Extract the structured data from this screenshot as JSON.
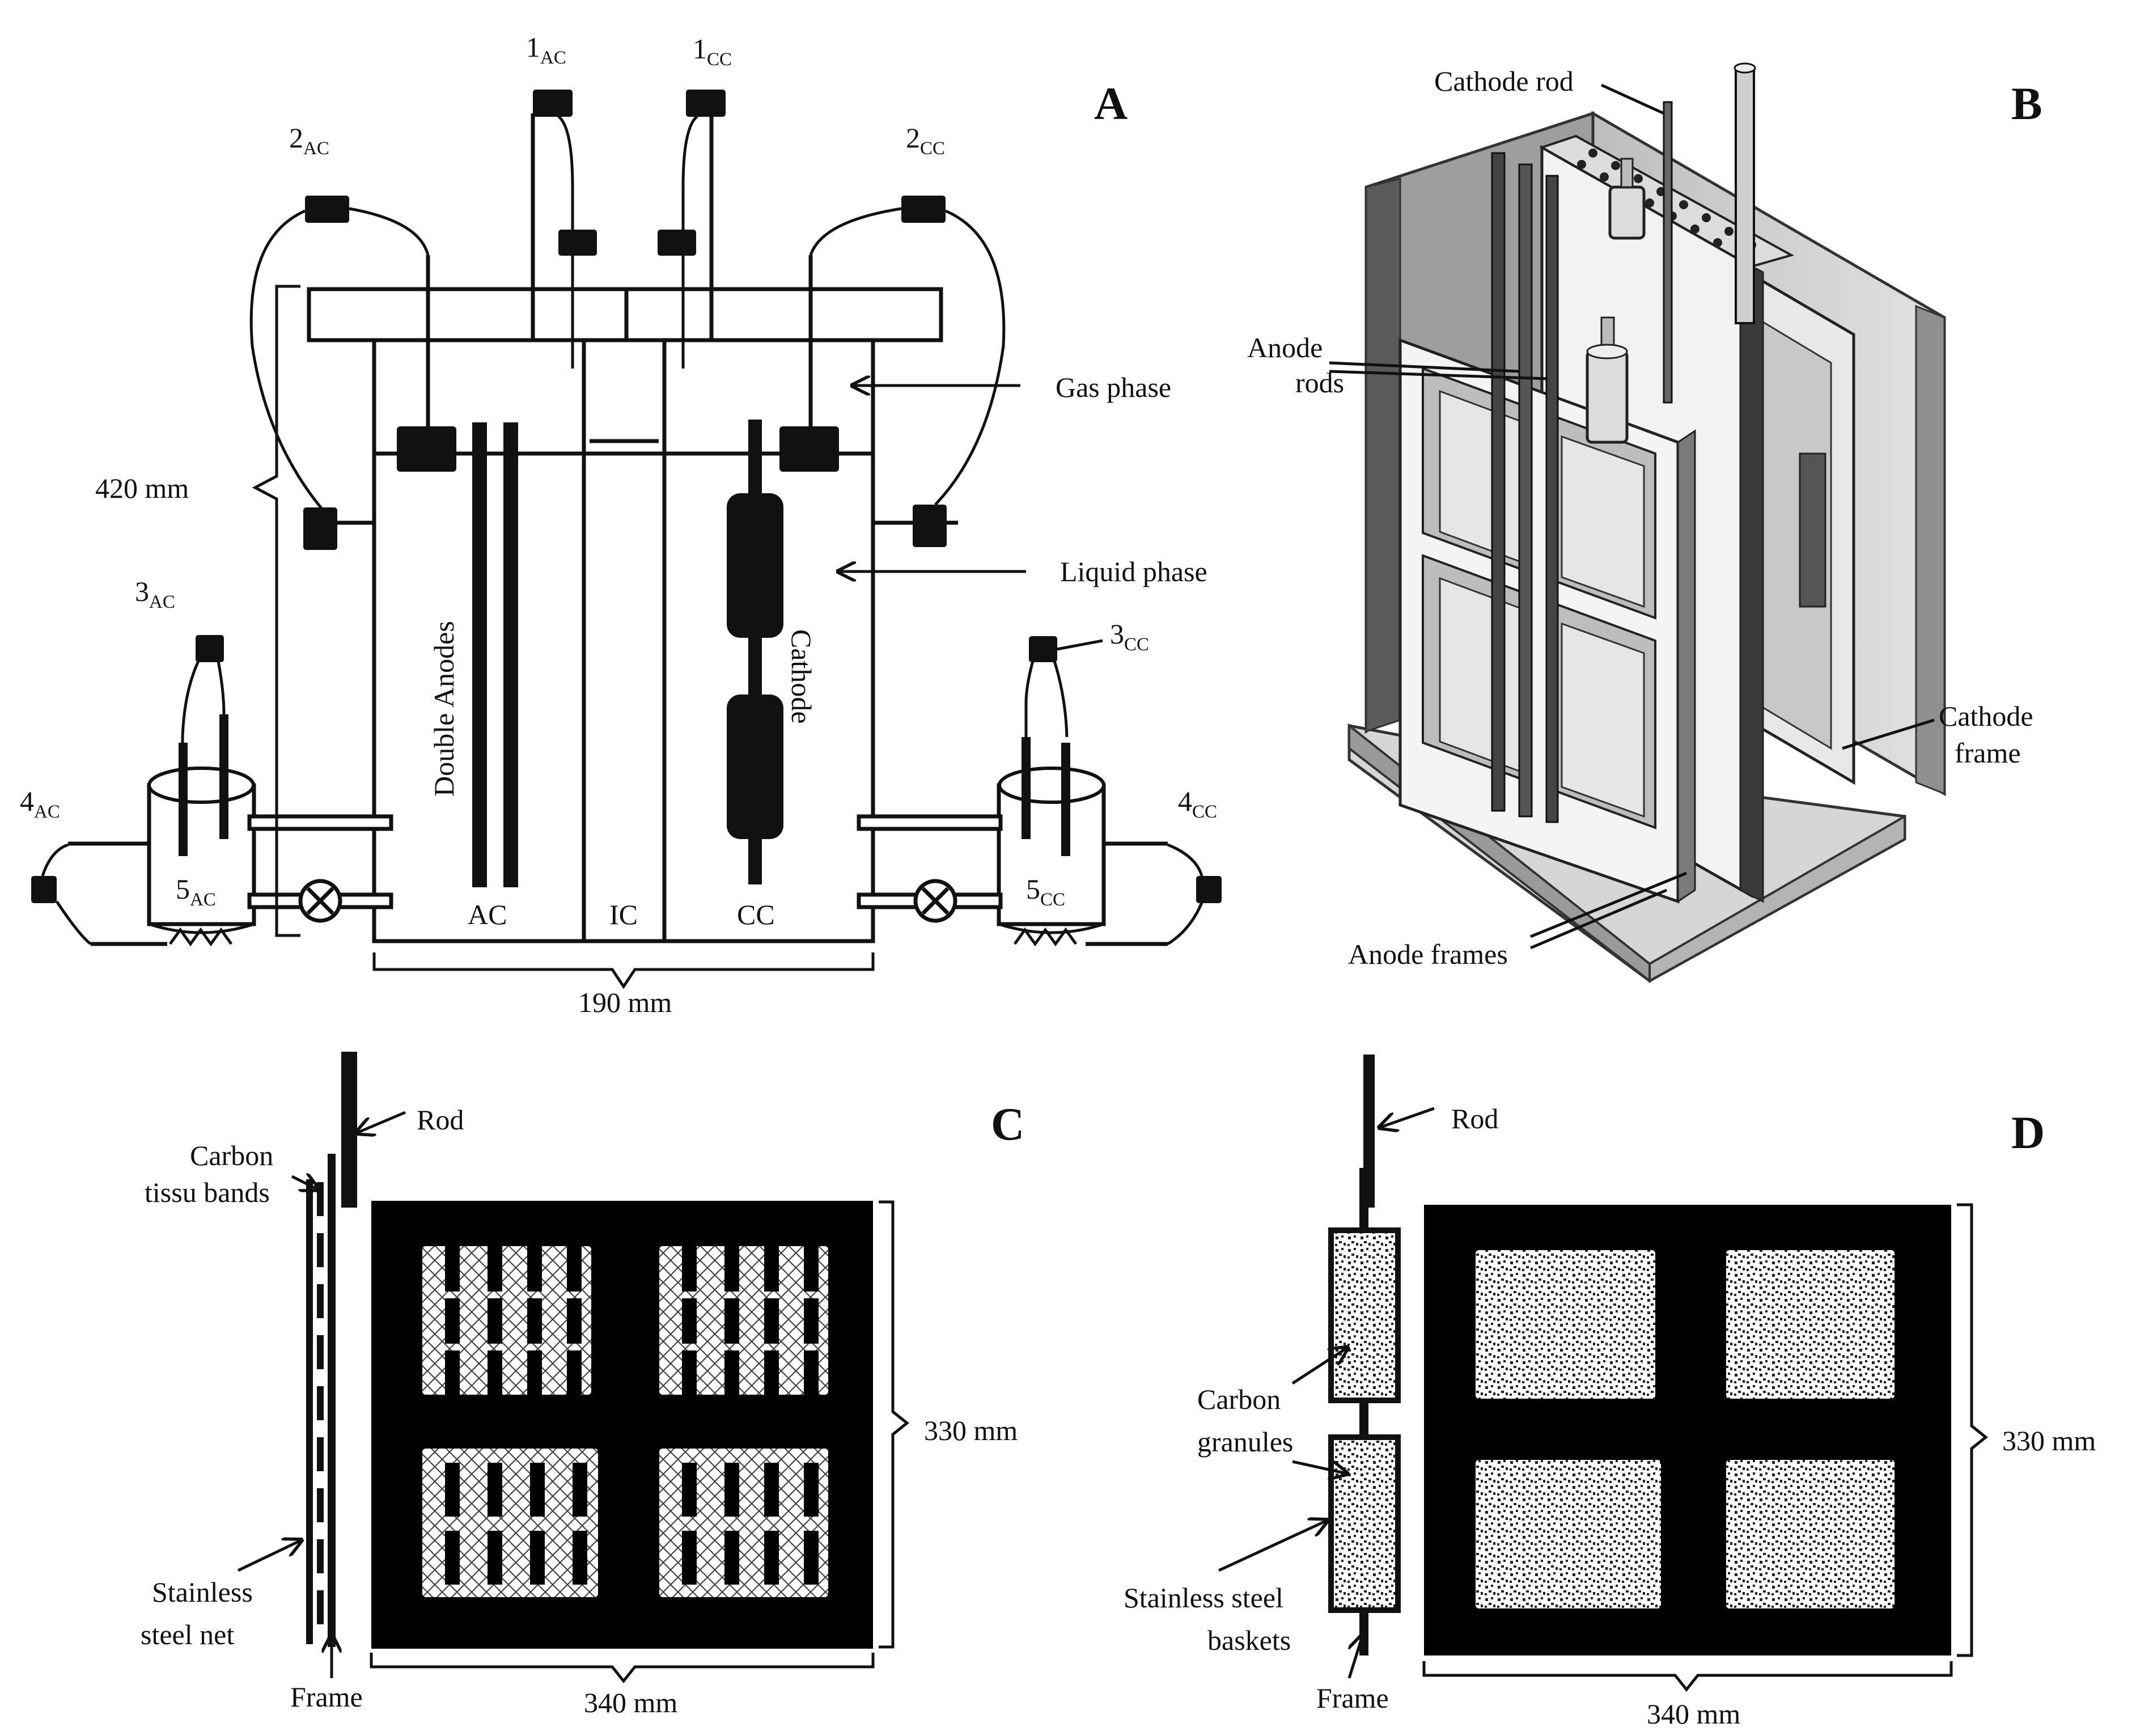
{
  "panels": {
    "a": {
      "letter": "A",
      "ports": {
        "p1ac": {
          "num": "1",
          "sub": "AC"
        },
        "p1cc": {
          "num": "1",
          "sub": "CC"
        },
        "p2ac": {
          "num": "2",
          "sub": "AC"
        },
        "p2cc": {
          "num": "2",
          "sub": "CC"
        },
        "p3ac": {
          "num": "3",
          "sub": "AC"
        },
        "p3cc": {
          "num": "3",
          "sub": "CC"
        },
        "p4ac": {
          "num": "4",
          "sub": "AC"
        },
        "p4cc": {
          "num": "4",
          "sub": "CC"
        },
        "p5ac": {
          "num": "5",
          "sub": "AC"
        },
        "p5cc": {
          "num": "5",
          "sub": "CC"
        }
      },
      "gas_phase": "Gas phase",
      "liquid_phase": "Liquid phase",
      "double_anodes": "Double Anodes",
      "cathode": "Cathode",
      "ac": "AC",
      "ic": "IC",
      "cc": "CC",
      "height_dim": "420 mm",
      "width_dim": "190 mm"
    },
    "b": {
      "letter": "B",
      "cathode_rod": "Cathode rod",
      "anode_rods_1": "Anode",
      "anode_rods_2": "rods",
      "cathode_frame_1": "Cathode",
      "cathode_frame_2": "frame",
      "anode_frames": "Anode frames"
    },
    "c": {
      "letter": "C",
      "rod": "Rod",
      "carbon_1": "Carbon",
      "carbon_2": "tissu bands",
      "steel_1": "Stainless",
      "steel_2": "steel net",
      "frame": "Frame",
      "height_dim": "330 mm",
      "width_dim": "340 mm"
    },
    "d": {
      "letter": "D",
      "rod": "Rod",
      "carbon_1": "Carbon",
      "carbon_2": "granules",
      "steel_1": "Stainless steel",
      "steel_2": "baskets",
      "frame": "Frame",
      "height_dim": "330 mm",
      "width_dim": "340 mm"
    }
  }
}
